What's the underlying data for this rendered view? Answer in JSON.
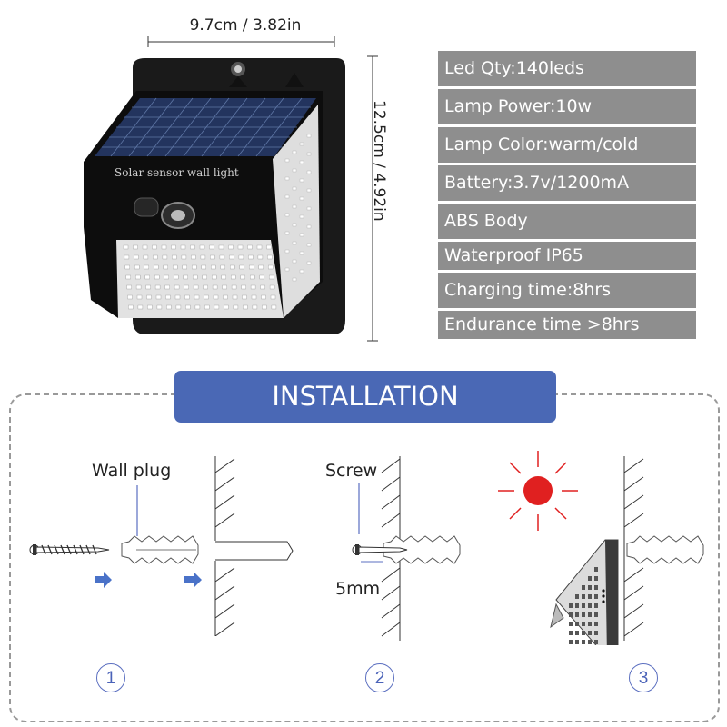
{
  "dimensions": {
    "width_label": "9.7cm / 3.82in",
    "height_label": "12.5cm / 4.92in"
  },
  "product": {
    "panel_text": "Solar sensor wall light"
  },
  "specs": [
    "Led Qty:140leds",
    "Lamp Power:10w",
    "Lamp Color:warm/cold",
    "Battery:3.7v/1200mA",
    "ABS Body",
    "Waterproof IP65",
    "Charging time:8hrs",
    "Endurance time >8hrs"
  ],
  "installation": {
    "title": "INSTALLATION",
    "steps": [
      {
        "number": "1",
        "label": "Wall plug"
      },
      {
        "number": "2",
        "label": "Screw",
        "measure": "5mm"
      },
      {
        "number": "3"
      }
    ]
  },
  "colors": {
    "banner": "#4a68b5",
    "spec_row": "#8e8e8e",
    "arrow": "#4a72c8",
    "sun": "#e02020"
  }
}
